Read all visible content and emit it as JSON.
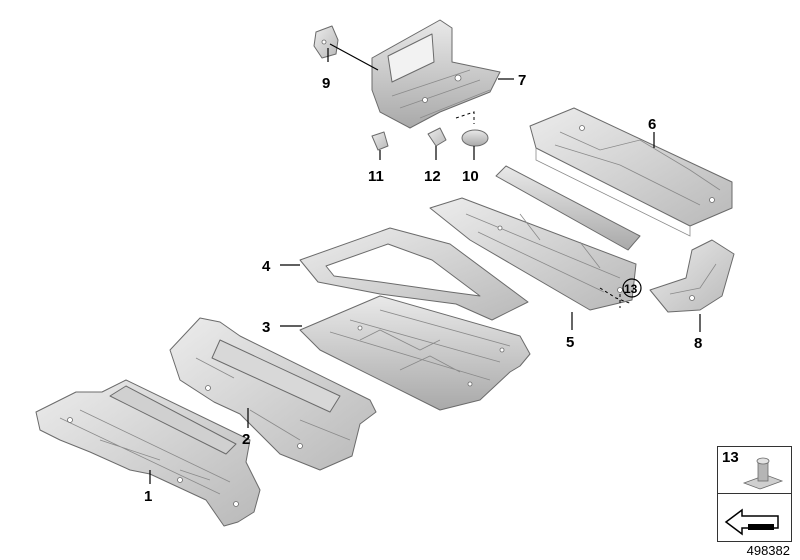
{
  "diagram": {
    "labels": {
      "l1": "1",
      "l2": "2",
      "l3": "3",
      "l4": "4",
      "l5": "5",
      "l6": "6",
      "l7": "7",
      "l8": "8",
      "l9": "9",
      "l10": "10",
      "l11": "11",
      "l12": "12",
      "l13": "13"
    },
    "inset_label": "13",
    "doc_number": "498382"
  },
  "colors": {
    "metal_light": "#e4e4e4",
    "metal_mid": "#c9c9c9",
    "metal_dark": "#a8a8a8",
    "outline": "#6b6b6b"
  }
}
